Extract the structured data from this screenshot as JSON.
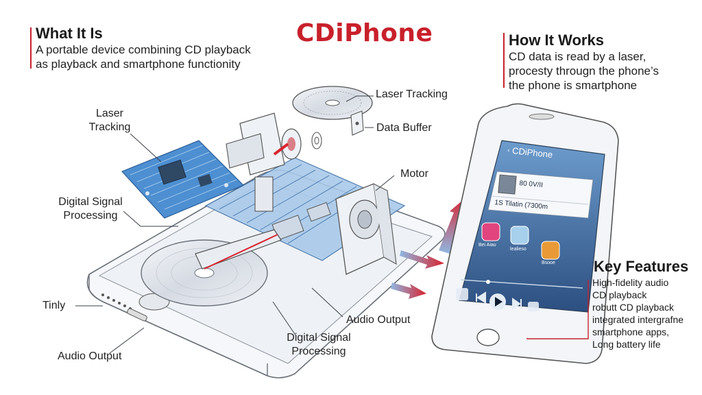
{
  "title": "CDiPhone",
  "what_it_is": {
    "heading": "What It Is",
    "lines": [
      "A portable device combining CD playback",
      "as playback and smartphone functionity"
    ]
  },
  "how_it_works": {
    "heading": "How It Works",
    "lines": [
      "CD data is read by a laser,",
      "procesty througn the phone’s",
      "the phone is smartphone"
    ]
  },
  "key_features": {
    "heading": "Key Features",
    "items": [
      "High-fidelity audio",
      "CD playback",
      "robutt CD playback",
      "integrated intergrafne",
      "smartphone apps,",
      "Long battery life"
    ]
  },
  "labels": {
    "laser_tracking_left": [
      "Laser",
      "Tracking"
    ],
    "laser_tracking_top": "Laser Tracking",
    "data_buffer": "Data Buffer",
    "motor": "Motor",
    "dsp_left": [
      "Digital Signal",
      "Processing"
    ],
    "dsp_bottom": [
      "Digital Signal",
      "Processing"
    ],
    "audio_output_right": "Audio Output",
    "audio_output_left": "Audio Output",
    "tinly": "Tinly"
  },
  "phone_screen": {
    "back_label": "CDiPhone",
    "track_line1": "80 0V/II",
    "track_line2": "1S Tilatin (7300m",
    "app1": "Bei Aiau",
    "app2": "lealieso",
    "app3": "Bsooe"
  },
  "colors": {
    "accent": "#c8202b",
    "board_blue": "#4d8fd1",
    "screen_blue": "#3f6fa8",
    "line_gray": "#6a6f78"
  }
}
